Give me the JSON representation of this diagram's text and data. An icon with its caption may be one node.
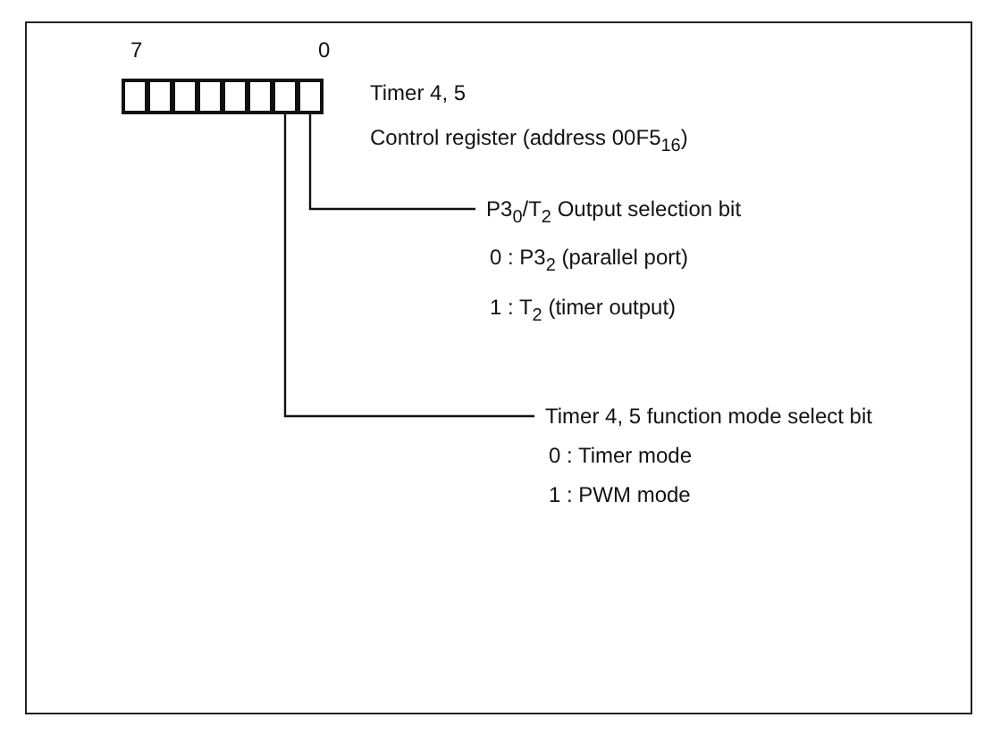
{
  "diagram": {
    "nodes": [
      {
        "text": [],
        "shape": "box"
      },
      {
        "text": [],
        "shape": "box"
      },
      {
        "text": [],
        "shape": "box"
      },
      {
        "text": [],
        "shape": "box"
      },
      {
        "text": [],
        "shape": "box"
      },
      {
        "text": [],
        "shape": "box"
      },
      {
        "text": [],
        "shape": "box"
      },
      {
        "text": [],
        "shape": "box"
      },
      {
        "text": [
          "P3$_{0}$/T$_{2}$ Output selection bit",
          "0 : P3$_{2}$ (parallel port)",
          "1 : T$_{2}$ (timer output)"
        ]
      },
      {
        "text": [
          "Timer 4, 5 function mode select bit",
          "0 : Timer mode",
          "1 : PWM mode"
        ]
      }
    ],
    "edges": [
      {
        "from": 8,
        "to": 7,
        "arrow": "none"
      },
      {
        "from": 9,
        "to": 6,
        "arrow": "none"
      }
    ],
    "labels": [
      "7",
      "0",
      "Timer 4, 5",
      "Control register (address 00F5$_{16}$)"
    ]
  }
}
